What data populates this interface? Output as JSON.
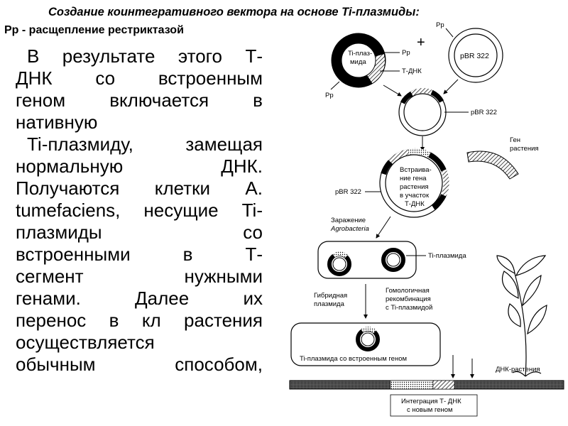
{
  "header": {
    "title": "Создание коинтегративного вектора на основе Ti-плазмиды:",
    "subtitle": "Рр - расщепление рестриктазой"
  },
  "body_lines": [
    "В результате этого Т-",
    "ДНК со встроенным",
    "геном включается в",
    "нативную",
    "Ti-плазмиду, замещая",
    "нормальную ДНК.",
    "Получаются клетки А.",
    "tumefaciens, несущие Ti-",
    "плазмиды со",
    "встроенными в Т-",
    "сегмент нужными",
    "генами. Далее их",
    "перенос в кл растения",
    "осуществляется",
    "обычным способом,"
  ],
  "figure": {
    "ti_plasmid_label": [
      "Ti-плаз-",
      "мида"
    ],
    "pp_label": "Рр",
    "plus": "+",
    "t_dna_label": "Т-ДНК",
    "pbr_label": "pBR 322",
    "pbr_label_2": "pBR 322",
    "pbr_label_3": "pBR 322",
    "gene_label": [
      "Ген",
      "растения"
    ],
    "insert_label": [
      "Встраива-",
      "ние гена",
      "растения",
      "в участок",
      "Т-ДНК"
    ],
    "infection_label": [
      "Заражение",
      "Agrobacteria"
    ],
    "ti_plasmid_small": "Ti-плазмида",
    "hybrid_label": [
      "Гибридная",
      "плазмида"
    ],
    "recomb_label": [
      "Гомологичная",
      "рекомбинация",
      "с Ti-плазмидой"
    ],
    "ti_with_gene": "Ti-плазмида со встроенным геном",
    "plant_dna": "ДНК-растения",
    "integration_label": [
      "Интеграция Т- ДНК",
      "с новым геном"
    ]
  }
}
